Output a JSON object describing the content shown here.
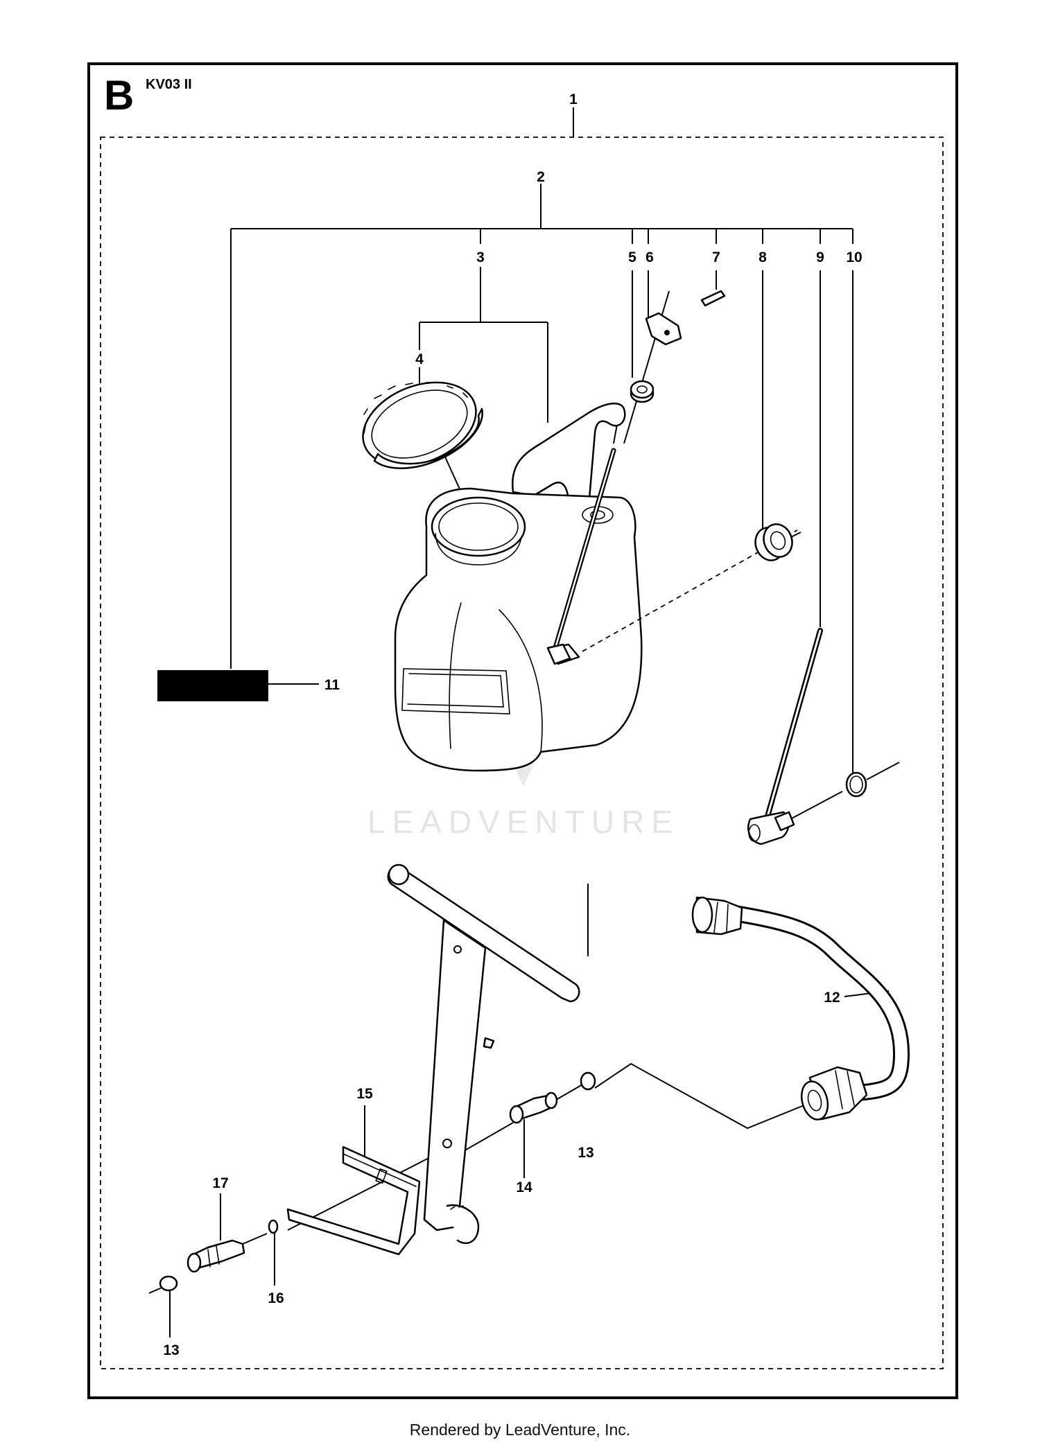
{
  "header": {
    "section_letter": "B",
    "model": "KV03 II"
  },
  "watermark": {
    "text": "LEADVENTURE"
  },
  "callouts": [
    "1",
    "2",
    "3",
    "4",
    "5",
    "6",
    "7",
    "8",
    "9",
    "10",
    "11",
    "12",
    "13",
    "14",
    "15",
    "13",
    "16",
    "17",
    "13"
  ],
  "footer": {
    "text": "Rendered by LeadVenture, Inc."
  }
}
